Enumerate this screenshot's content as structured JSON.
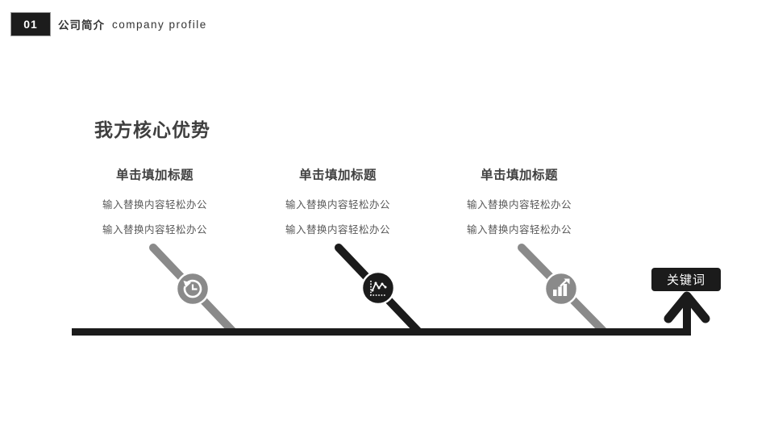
{
  "slide": {
    "header": {
      "number": "01",
      "title_cn": "公司简介",
      "title_en": "company  profile"
    },
    "title": "我方核心优势",
    "columns": [
      {
        "heading": "单击填加标题",
        "lines": [
          "输入替换内容轻松办公",
          "输入替换内容轻松办公"
        ],
        "icon": "history-clock-icon",
        "accent_color": "#8a8a8a"
      },
      {
        "heading": "单击填加标题",
        "lines": [
          "输入替换内容轻松办公",
          "输入替换内容轻松办公"
        ],
        "icon": "line-chart-icon",
        "accent_color": "#1b1b1b"
      },
      {
        "heading": "单击填加标题",
        "lines": [
          "输入替换内容轻松办公",
          "输入替换内容轻松办公"
        ],
        "icon": "bar-chart-growth-icon",
        "accent_color": "#8a8a8a"
      }
    ],
    "keyword_label": "关键词",
    "colors": {
      "dark": "#1b1b1b",
      "gray": "#8a8a8a",
      "heading_text": "#404040",
      "body_text": "#595959",
      "background": "#ffffff"
    }
  }
}
